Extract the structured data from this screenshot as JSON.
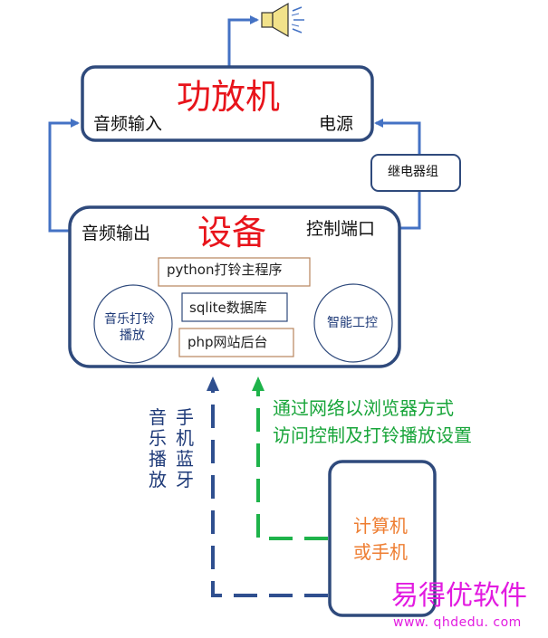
{
  "amplifier": {
    "title": "功放机",
    "audio_in": "音频输入",
    "power": "电源"
  },
  "relay": {
    "label": "继电器组"
  },
  "device": {
    "title": "设备",
    "audio_out": "音频输出",
    "control_port": "控制端口",
    "python_program": "python打铃主程序",
    "sqlite_db": "sqlite数据库",
    "php_backend": "php网站后台",
    "music_ring_line1": "音乐打铃",
    "music_ring_line2": "播放",
    "industrial_pc": "智能工控"
  },
  "bluetooth": {
    "col1": "音乐播放",
    "col2": "手机蓝牙"
  },
  "network_note": {
    "line1": "通过网络以浏览器方式",
    "line2": "访问控制及打铃播放设置"
  },
  "client": {
    "line1": "计算机",
    "line2": "或手机"
  },
  "watermark": {
    "name": "易得优软件",
    "url": "www. qhdedu. com"
  },
  "colors": {
    "box_border": "#2f4a7c",
    "arrow_blue": "#4472c4",
    "dashed_blue": "#2f4f8f",
    "dashed_green": "#1eb34a",
    "title_red": "#e8141b",
    "client_orange": "#ee7d31",
    "watermark_magenta": "#e21be0"
  }
}
